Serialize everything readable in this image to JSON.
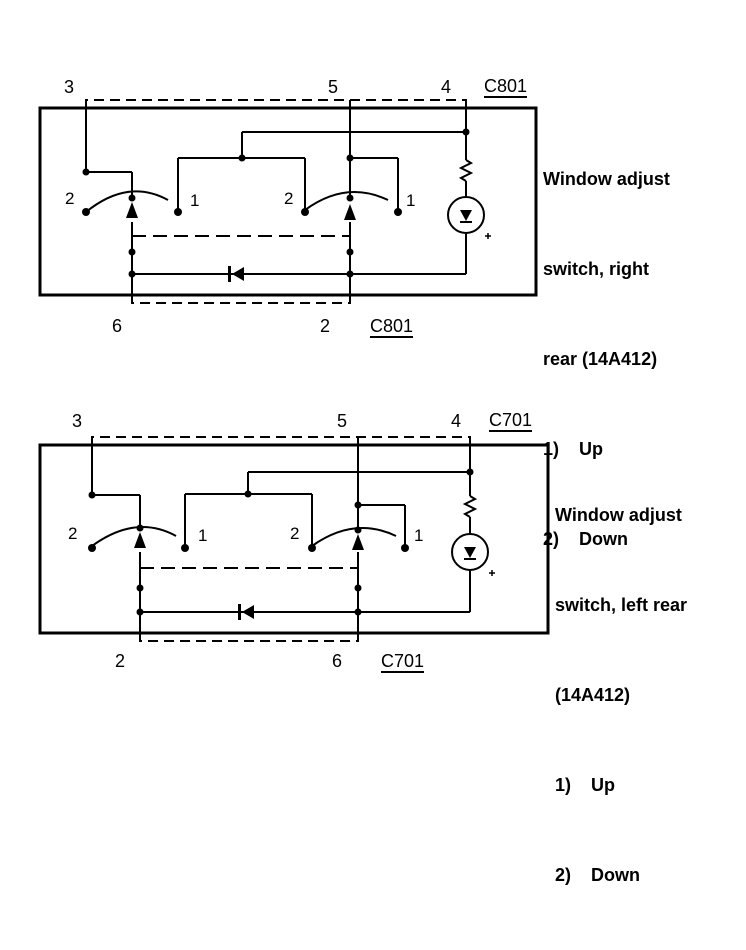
{
  "switches": [
    {
      "description": [
        "Window adjust",
        "switch, right",
        "rear (14A412)",
        "1)    Up",
        "2)    Down"
      ],
      "connector_top": "C801",
      "connector_bottom": "C801",
      "pins_top": [
        "3",
        "5",
        "4"
      ],
      "pins_bottom": [
        "6",
        "2"
      ],
      "contact_positions": [
        "2",
        "1",
        "2",
        "1"
      ]
    },
    {
      "description": [
        "Window adjust",
        "switch, left rear",
        "(14A412)",
        "1)    Up",
        "2)    Down"
      ],
      "connector_top": "C701",
      "connector_bottom": "C701",
      "pins_top": [
        "3",
        "5",
        "4"
      ],
      "pins_bottom": [
        "2",
        "6"
      ],
      "contact_positions": [
        "2",
        "1",
        "2",
        "1"
      ]
    }
  ]
}
